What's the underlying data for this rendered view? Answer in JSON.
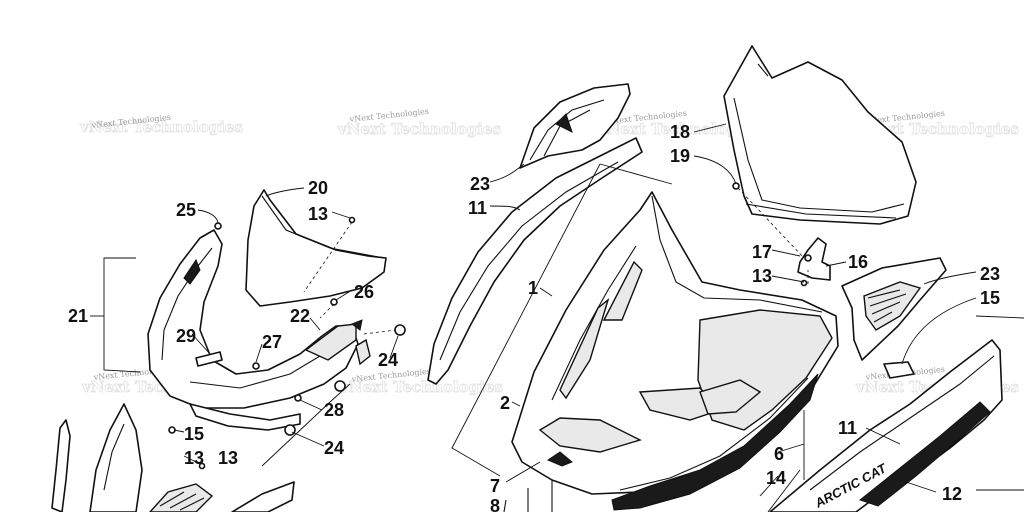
{
  "callouts": [
    {
      "id": "c1",
      "text": "1"
    },
    {
      "id": "c2",
      "text": "2"
    },
    {
      "id": "c6",
      "text": "6"
    },
    {
      "id": "c7",
      "text": "7"
    },
    {
      "id": "c8",
      "text": "8"
    },
    {
      "id": "c11a",
      "text": "11"
    },
    {
      "id": "c11b",
      "text": "11"
    },
    {
      "id": "c12",
      "text": "12"
    },
    {
      "id": "c13a",
      "text": "13"
    },
    {
      "id": "c13b",
      "text": "13"
    },
    {
      "id": "c13c",
      "text": "13"
    },
    {
      "id": "c13d",
      "text": "13"
    },
    {
      "id": "c14",
      "text": "14"
    },
    {
      "id": "c15a",
      "text": "15"
    },
    {
      "id": "c15b",
      "text": "15"
    },
    {
      "id": "c16",
      "text": "16"
    },
    {
      "id": "c17",
      "text": "17"
    },
    {
      "id": "c18",
      "text": "18"
    },
    {
      "id": "c19",
      "text": "19"
    },
    {
      "id": "c20",
      "text": "20"
    },
    {
      "id": "c21",
      "text": "21"
    },
    {
      "id": "c22",
      "text": "22"
    },
    {
      "id": "c23a",
      "text": "23"
    },
    {
      "id": "c23b",
      "text": "23"
    },
    {
      "id": "c24a",
      "text": "24"
    },
    {
      "id": "c24b",
      "text": "24"
    },
    {
      "id": "c25",
      "text": "25"
    },
    {
      "id": "c26",
      "text": "26"
    },
    {
      "id": "c27",
      "text": "27"
    },
    {
      "id": "c28",
      "text": "28"
    },
    {
      "id": "c29",
      "text": "29"
    }
  ],
  "watermark": "vNext Technologies",
  "decal_text": "ARCTIC CAT"
}
